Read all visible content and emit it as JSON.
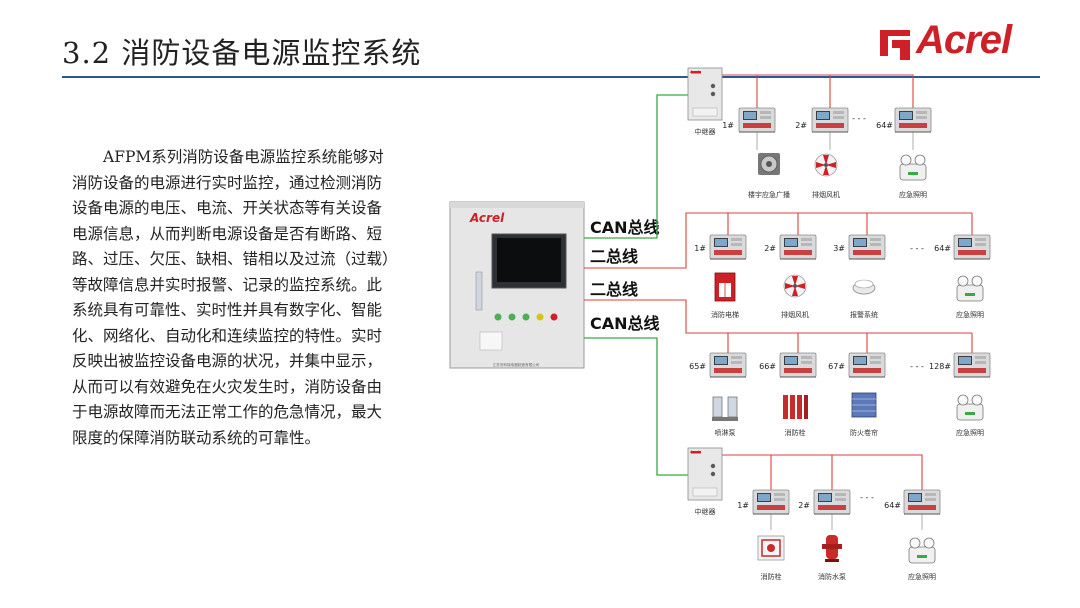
{
  "slide": {
    "title": "3.2  消防设备电源监控系统",
    "logo_text": "Acrel",
    "paragraph": "AFPM系列消防设备电源监控系统能够对消防设备的电源进行实时监控，通过检测消防设备电源的电压、电流、开关状态等有关设备电源信息，从而判断电源设备是否有断路、短路、过压、欠压、缺相、错相以及过流（过载）等故障信息并实时报警、记录的监控系统。此系统具有可靠性、实时性并具有数字化、智能化、网络化、自动化和连续监控的特性。实时反映出被监控设备电源的状况，并集中显示，从而可以有效避免在火灾发生时，消防设备由于电源故障而无法正常工作的危急情况，最大限度的保障消防联动系统的可靠性。"
  },
  "colors": {
    "accent": "#d02027",
    "rule": "#2b5797",
    "bus_green": "#3aa845",
    "bus_red": "#e0403a"
  },
  "diagram": {
    "host_brand": "Acrel",
    "host_footer": "江苏安科瑞电器制造有限公司",
    "bus_labels": [
      "CAN总线",
      "二总线",
      "二总线",
      "CAN总线"
    ],
    "relay_label": "中继器",
    "relay_brand": "Acrel",
    "dash": "- - -",
    "group1": {
      "nums": [
        "1#",
        "2#",
        "64#"
      ],
      "devices": [
        "楼宇应急广播",
        "排烟风机",
        "应急照明"
      ]
    },
    "group2": {
      "nums": [
        "1#",
        "2#",
        "3#",
        "64#"
      ],
      "devices": [
        "消防电梯",
        "排烟风机",
        "报警系统",
        "应急照明"
      ]
    },
    "group3": {
      "nums": [
        "65#",
        "66#",
        "67#",
        "128#"
      ],
      "devices": [
        "喷淋泵",
        "消防栓",
        "防火卷帘",
        "应急照明"
      ]
    },
    "group4": {
      "nums": [
        "1#",
        "2#",
        "64#"
      ],
      "devices": [
        "消防栓",
        "消防水泵",
        "应急照明"
      ]
    }
  }
}
